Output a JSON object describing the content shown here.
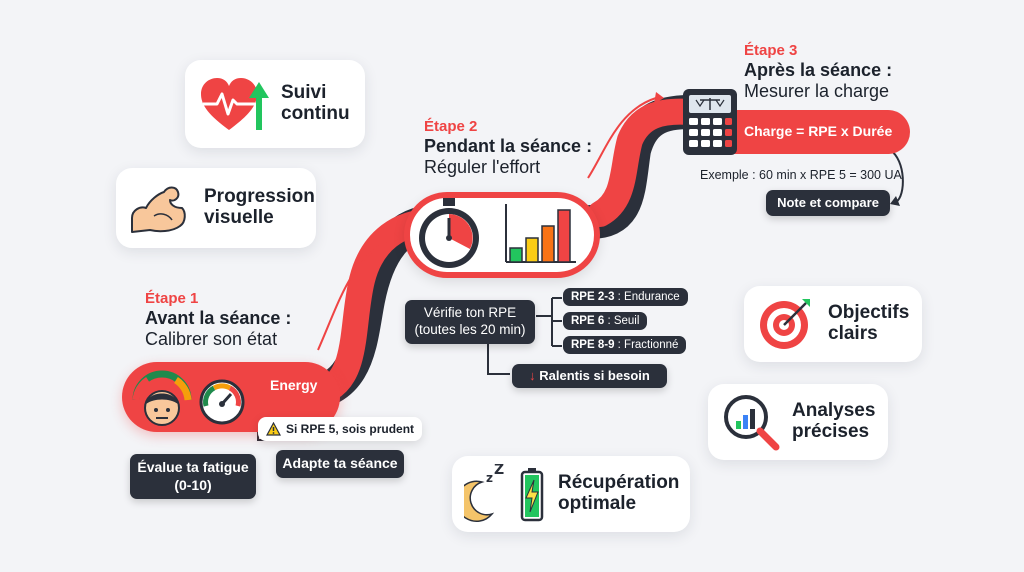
{
  "colors": {
    "accent": "#ef4444",
    "dark": "#2b303b",
    "background": "#f3f4f7"
  },
  "benefits": {
    "suivi": {
      "label": "Suivi\ncontinu",
      "icon": "heart-rate-icon"
    },
    "progression": {
      "label": "Progression\nvisuelle",
      "icon": "flexed-biceps-icon"
    },
    "objectifs": {
      "label": "Objectifs\nclairs",
      "icon": "target-icon"
    },
    "analyses": {
      "label": "Analyses\nprécises",
      "icon": "magnifier-chart-icon"
    },
    "recuperation": {
      "label": "Récupération\noptimale",
      "icon": "sleep-battery-icon"
    }
  },
  "step1": {
    "label": "Étape 1",
    "title": "Avant la séance :",
    "subtitle": "Calibrer son état",
    "band_label": "Energy",
    "evaluate": "Évalue ta fatigue\n(0-10)",
    "warning": "Si RPE 5, sois prudent",
    "adapt": "Adapte ta séance"
  },
  "step2": {
    "label": "Étape 2",
    "title": "Pendant la séance :",
    "subtitle": "Réguler l'effort",
    "check": "Vérifie ton RPE\n(toutes les 20 min)",
    "rpe_levels": [
      {
        "rpe": "RPE 2-3",
        "desc": " : Endurance"
      },
      {
        "rpe": "RPE 6",
        "desc": " : Seuil"
      },
      {
        "rpe": "RPE 8-9",
        "desc": " : Fractionné"
      }
    ],
    "slow_down": "Ralentis si besoin"
  },
  "step3": {
    "label": "Étape 3",
    "title": "Après la séance :",
    "subtitle": "Mesurer la charge",
    "formula": "Charge = RPE x Durée",
    "example": "Exemple : 60 min x RPE 5 = 300 UA",
    "note": "Note et compare"
  }
}
